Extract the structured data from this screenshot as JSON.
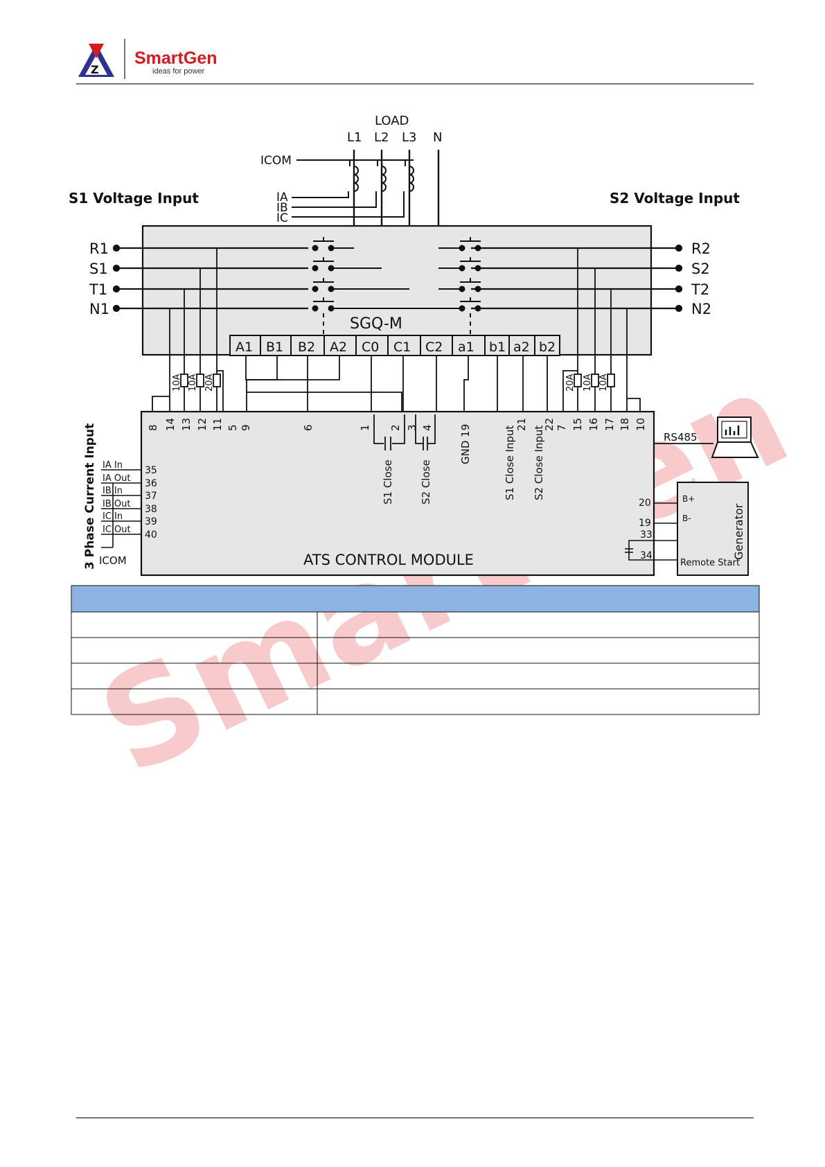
{
  "header": {
    "brand_part1": "Smart",
    "brand_part2": "Gen",
    "tagline": "ideas for power",
    "brand_color": "#d71920"
  },
  "watermark": "SmartGen",
  "diagram": {
    "load_title": "LOAD",
    "load_lines": [
      "L1",
      "L2",
      "L3",
      "N"
    ],
    "icom_top": "ICOM",
    "ct_labels": [
      "IA",
      "IB",
      "IC"
    ],
    "s1_title": "S1 Voltage Input",
    "s2_title": "S2 Voltage Input",
    "s1_phases": [
      "R1",
      "S1",
      "T1",
      "N1"
    ],
    "s2_phases": [
      "R2",
      "S2",
      "T2",
      "N2"
    ],
    "switch_name": "SGQ-M",
    "switch_terminals": [
      "A1",
      "B1",
      "B2",
      "A2",
      "C0",
      "C1",
      "C2",
      "a1",
      "b1",
      "a2",
      "b2"
    ],
    "fuses_left": [
      "10A",
      "10A",
      "20A"
    ],
    "fuses_right": [
      "20A",
      "10A",
      "10A"
    ],
    "module_terminals_top_left": [
      "8",
      "14",
      "13",
      "12",
      "11",
      "5",
      "9"
    ],
    "module_terminal_6": "6",
    "module_terminals_mid": [
      "1",
      "2",
      "3",
      "4"
    ],
    "module_terminals_top_right": [
      "7",
      "15",
      "16",
      "17",
      "18",
      "10"
    ],
    "gnd_label": "GND 19",
    "s1_close": "S1 Close",
    "s2_close": "S2 Close",
    "s1_close_input": "S1 Close Input",
    "s1_close_input_num": "21",
    "s2_close_input": "S2 Close Input",
    "s2_close_input_num": "22",
    "current_title": "3 Phase Current Input",
    "current_inputs": [
      {
        "label": "IA In",
        "terminal": "35"
      },
      {
        "label": "IA Out",
        "terminal": "36"
      },
      {
        "label": "IB In",
        "terminal": "37"
      },
      {
        "label": "IB Out",
        "terminal": "38"
      },
      {
        "label": "IC In",
        "terminal": "39"
      },
      {
        "label": "IC Out",
        "terminal": "40"
      }
    ],
    "icom_bottom": "ICOM",
    "module_name": "ATS CONTROL MODULE",
    "rs485": "RS485",
    "generator_terminals": [
      "20",
      "19",
      "33",
      "34"
    ],
    "generator_pins": [
      "B+",
      "B-"
    ],
    "remote_start": "Remote Start",
    "generator_title": "Generator"
  },
  "table": {
    "header_color": "#8db3e2",
    "rows": 4
  }
}
